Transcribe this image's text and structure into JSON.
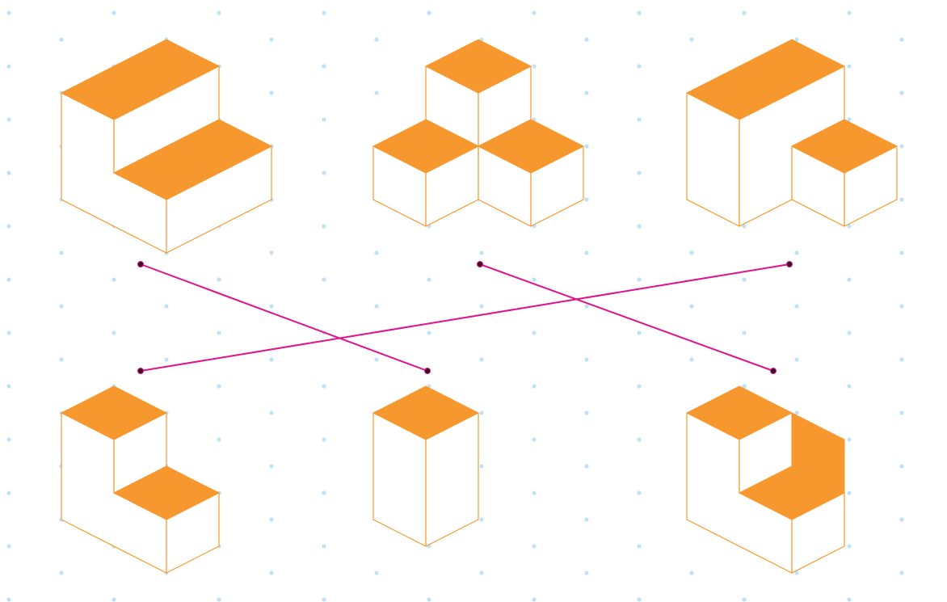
{
  "colors": {
    "background": "#ffffff",
    "dot": "#bfe3f5",
    "top_face": "#f7982e",
    "side_face": "#ffffff",
    "edge": "#f7982e",
    "connector": "#e0138c",
    "endpoint": "#3a1020"
  },
  "figures": [
    {
      "id": "figure-top-left-step-shape",
      "shape": "two-level step block (depth 2)"
    },
    {
      "id": "figure-top-center-three-cube-stack",
      "shape": "three cubes in a pyramid"
    },
    {
      "id": "figure-top-right-block-with-cube",
      "shape": "long block with a cube in front"
    },
    {
      "id": "figure-bottom-left-l-shape",
      "shape": "L-shaped step block"
    },
    {
      "id": "figure-bottom-center-tall-prism",
      "shape": "tall 1x1x2 prism"
    },
    {
      "id": "figure-bottom-right-corner-shape",
      "shape": "three-cube corner shape"
    }
  ],
  "connections": [
    {
      "from": "figure-top-left-step-shape",
      "to": "figure-bottom-center-tall-prism"
    },
    {
      "from": "figure-top-right-block-with-cube",
      "to": "figure-bottom-left-l-shape"
    },
    {
      "from": "figure-top-center-three-cube-stack",
      "to": "figure-bottom-right-corner-shape"
    }
  ]
}
